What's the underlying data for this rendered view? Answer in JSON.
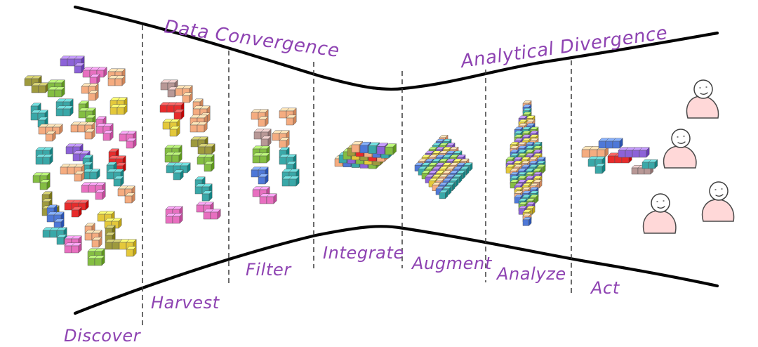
{
  "labels": {
    "data_convergence": "Data Convergence",
    "analytical_divergence": "Analytical Divergence",
    "discover": "Discover",
    "harvest": "Harvest",
    "filter": "Filter",
    "integrate": "Integrate",
    "augment": "Augment",
    "analyze": "Analyze",
    "act": "Act"
  },
  "colors": {
    "label_purple": "#8e43b2",
    "line_black": "#050505",
    "cube_orange": "#f5ac80",
    "cube_pink": "#e86fc0",
    "cube_purple": "#8c62d8",
    "cube_blue": "#4e78d8",
    "cube_teal": "#39a8a8",
    "cube_green": "#84be42",
    "cube_yellow": "#e4c83a",
    "cube_olive": "#9e9a3d",
    "cube_red": "#e82b2b",
    "cube_mauve": "#b89896",
    "person_pink": "#ffd8d8"
  },
  "icons": {
    "block": "block-icon",
    "dataset": "dataset-icon",
    "person": "person-icon"
  }
}
